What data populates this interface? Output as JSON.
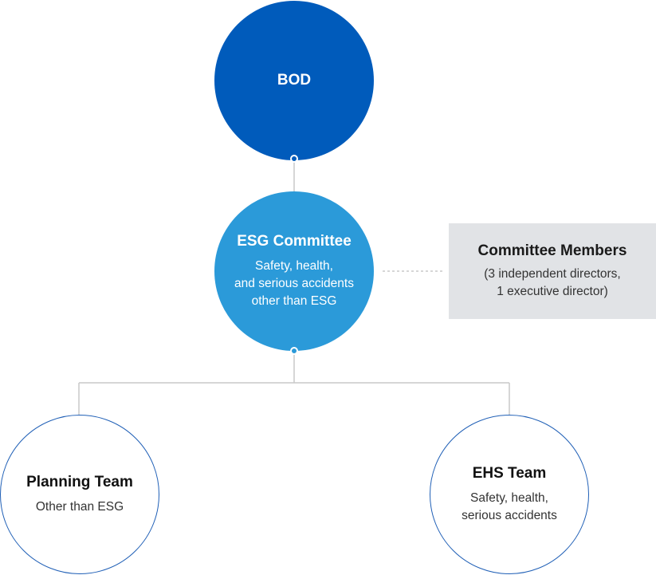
{
  "colors": {
    "bod_fill": "#005bbb",
    "esg_fill": "#2b9ad9",
    "members_fill": "#e1e3e6",
    "team_border": "#1f5fb6",
    "connector": "#c8c8c8"
  },
  "bod": {
    "title": "BOD"
  },
  "esg_committee": {
    "title": "ESG Committee",
    "desc_line1": "Safety, health,",
    "desc_line2": "and serious accidents",
    "desc_line3": "other than ESG"
  },
  "committee_members": {
    "title": "Committee Members",
    "desc_line1": "(3 independent directors,",
    "desc_line2": "1 executive director)"
  },
  "planning_team": {
    "title": "Planning Team",
    "desc_line1": "Other than ESG"
  },
  "ehs_team": {
    "title": "EHS Team",
    "desc_line1": "Safety, health,",
    "desc_line2": "serious accidents"
  }
}
